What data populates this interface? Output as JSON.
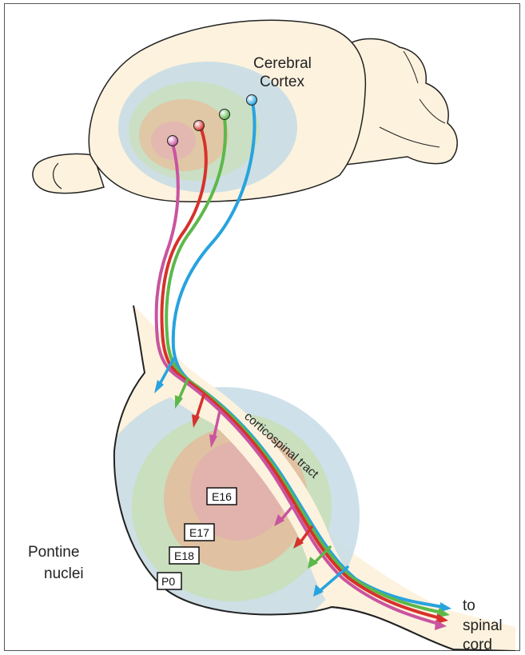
{
  "labels": {
    "cortex_line1": "Cerebral",
    "cortex_line2": "Cortex",
    "tract": "corticospinal tract",
    "pons_line1": "Pontine",
    "pons_line2": "nuclei",
    "spinal_line1": "to",
    "spinal_line2": "spinal",
    "spinal_line3": "cord"
  },
  "stages": [
    "E16",
    "E17",
    "E18",
    "P0"
  ],
  "colors": {
    "E16": "#c9549f",
    "E17": "#d7312b",
    "E18": "#5cb84a",
    "P0": "#27a3df",
    "brain_fill": "#fdf2de",
    "outline": "#222222"
  },
  "icons": [
    "neuron-soma-icon",
    "axon-arrow-icon"
  ]
}
